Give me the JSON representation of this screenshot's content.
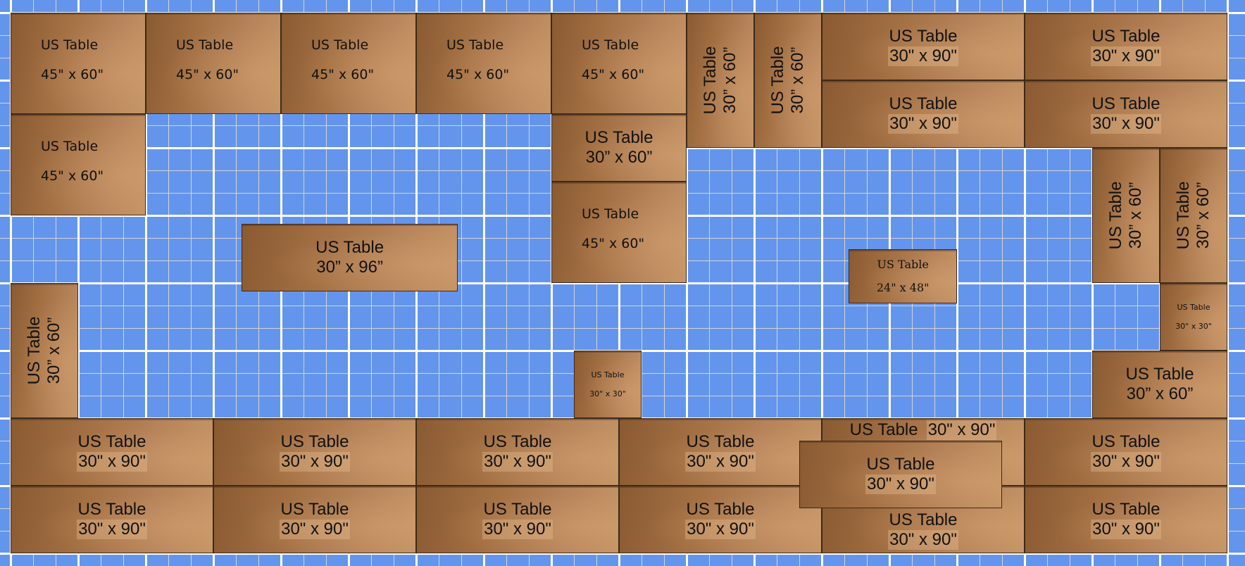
{
  "canvas": {
    "grid_color": "#6495ED",
    "title": "Floor plan"
  },
  "tables": [
    {
      "title": "US Table",
      "size": "45\" x 60\""
    },
    {
      "title": "US Table",
      "size": "45\" x 60\""
    },
    {
      "title": "US Table",
      "size": "45\" x 60\""
    },
    {
      "title": "US Table",
      "size": "45\" x 60\""
    },
    {
      "title": "US Table",
      "size": "45\" x 60\""
    },
    {
      "title": "US Table",
      "size": "30” x 60”"
    },
    {
      "title": "US Table",
      "size": "30” x 60”"
    },
    {
      "title": "US Table",
      "size": "30\" x 90\""
    },
    {
      "title": "US Table",
      "size": "30\" x 90\""
    },
    {
      "title": "US Table",
      "size": "30\" x 90\""
    },
    {
      "title": "US Table",
      "size": "30\" x 90\""
    },
    {
      "title": "US Table",
      "size": "45\" x 60\""
    },
    {
      "title": "US Table",
      "size": "30” x 60”"
    },
    {
      "title": "US Table",
      "size": "45\" x 60\""
    },
    {
      "title": "US Table",
      "size": "30” x 96”"
    },
    {
      "title": "US Table",
      "size": "24\" x 48\""
    },
    {
      "title": "US Table",
      "size": "30” x 60”"
    },
    {
      "title": "US Table",
      "size": "30” x 60”"
    },
    {
      "title": "US Table",
      "size": "30\" x 30\""
    },
    {
      "title": "US Table",
      "size": "30” x 60”"
    },
    {
      "title": "US Table",
      "size": "30” x 60”"
    },
    {
      "title": "US Table",
      "size": "30\" x 30\""
    },
    {
      "title": "US Table",
      "size": "30\" x 90\""
    },
    {
      "title": "US Table",
      "size": "30\" x 90\""
    },
    {
      "title": "US Table",
      "size": "30\" x 90\""
    },
    {
      "title": "US Table",
      "size": "30\" x 90\""
    },
    {
      "title": "US Table",
      "size": "30\" x 90\""
    },
    {
      "title": "US Table",
      "size": "30\" x 90\""
    },
    {
      "title": "US Table",
      "size": "30\" x 90\""
    },
    {
      "title": "US Table",
      "size": "30\" x 90\""
    },
    {
      "title": "US Table",
      "size": "30\" x 90\""
    },
    {
      "title": "US Table",
      "size": "30\" x 90\""
    },
    {
      "title": "US Table",
      "size": "30\" x 90\""
    },
    {
      "title": "US Table",
      "size": "30\" x 90\""
    },
    {
      "title": "US Table",
      "size": "30\" x 90\""
    }
  ]
}
